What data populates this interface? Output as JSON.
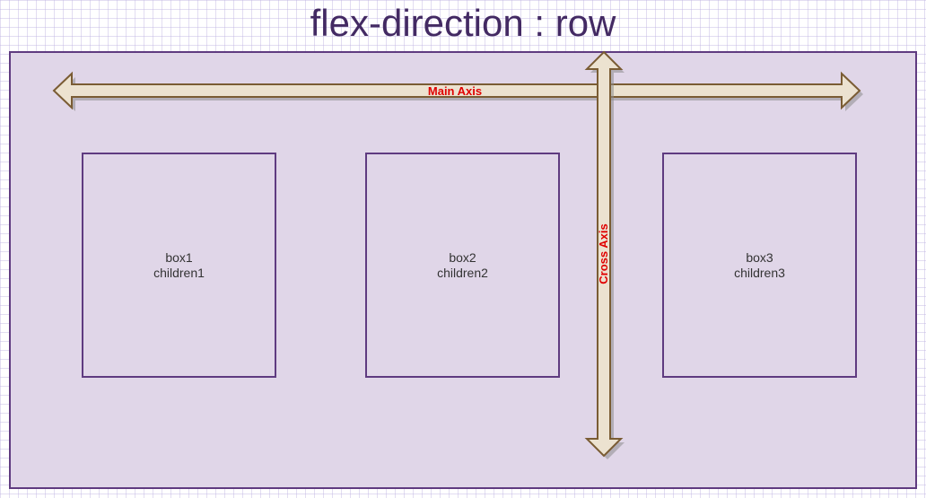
{
  "title": "flex-direction : row",
  "axes": {
    "main_label": "Main Axis",
    "cross_label": "Cross Axis"
  },
  "boxes": [
    {
      "name": "box1",
      "child": "children1"
    },
    {
      "name": "box2",
      "child": "children2"
    },
    {
      "name": "box3",
      "child": "children3"
    }
  ],
  "colors": {
    "container_fill": "#e0d6e8",
    "border": "#5f3b80",
    "arrow_fill": "#ece2d0",
    "arrow_stroke": "#7a5c34",
    "label_red": "#e00000"
  }
}
